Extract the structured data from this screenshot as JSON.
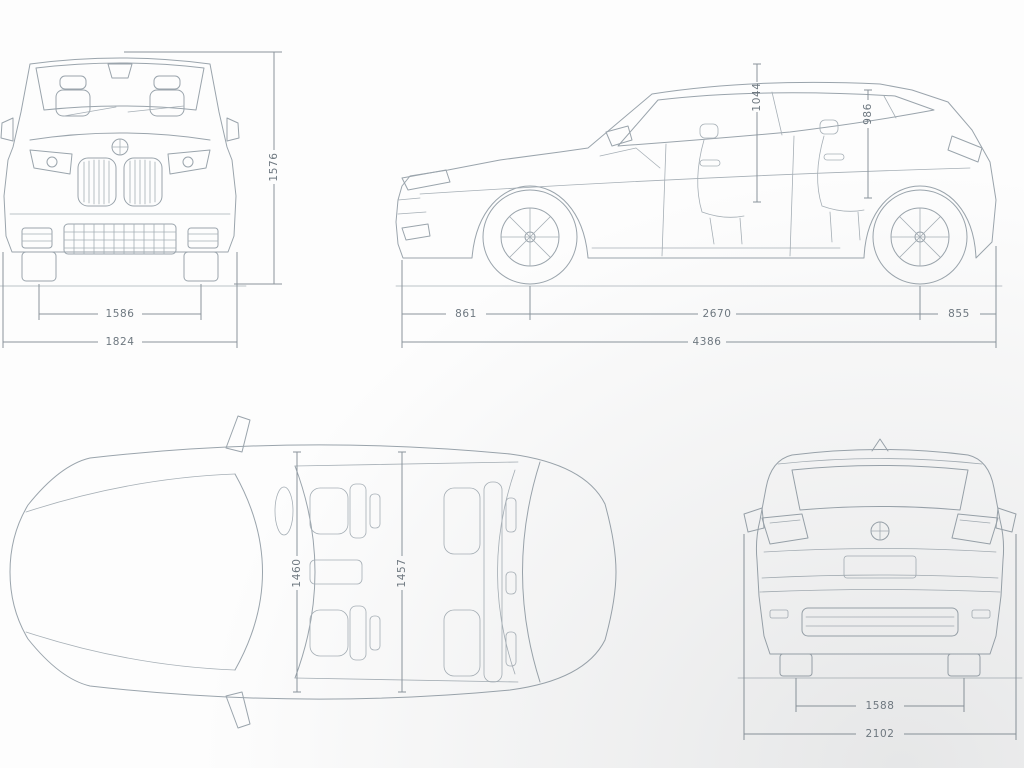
{
  "colors": {
    "background": "#fdfdfd",
    "line": "#9aa4ac",
    "dimension_line": "#8a949c",
    "dimension_text": "#6e7880"
  },
  "dimensions": {
    "front": {
      "height": "1576",
      "track_width": "1586",
      "overall_width": "1824"
    },
    "side": {
      "front_headroom": "1044",
      "rear_headroom": "986",
      "front_overhang": "861",
      "wheelbase": "2670",
      "rear_overhang": "855",
      "overall_length": "4386"
    },
    "top": {
      "front_interior_width": "1460",
      "rear_interior_width": "1457"
    },
    "rear": {
      "track_width": "1588",
      "width_with_mirrors": "2102"
    }
  }
}
